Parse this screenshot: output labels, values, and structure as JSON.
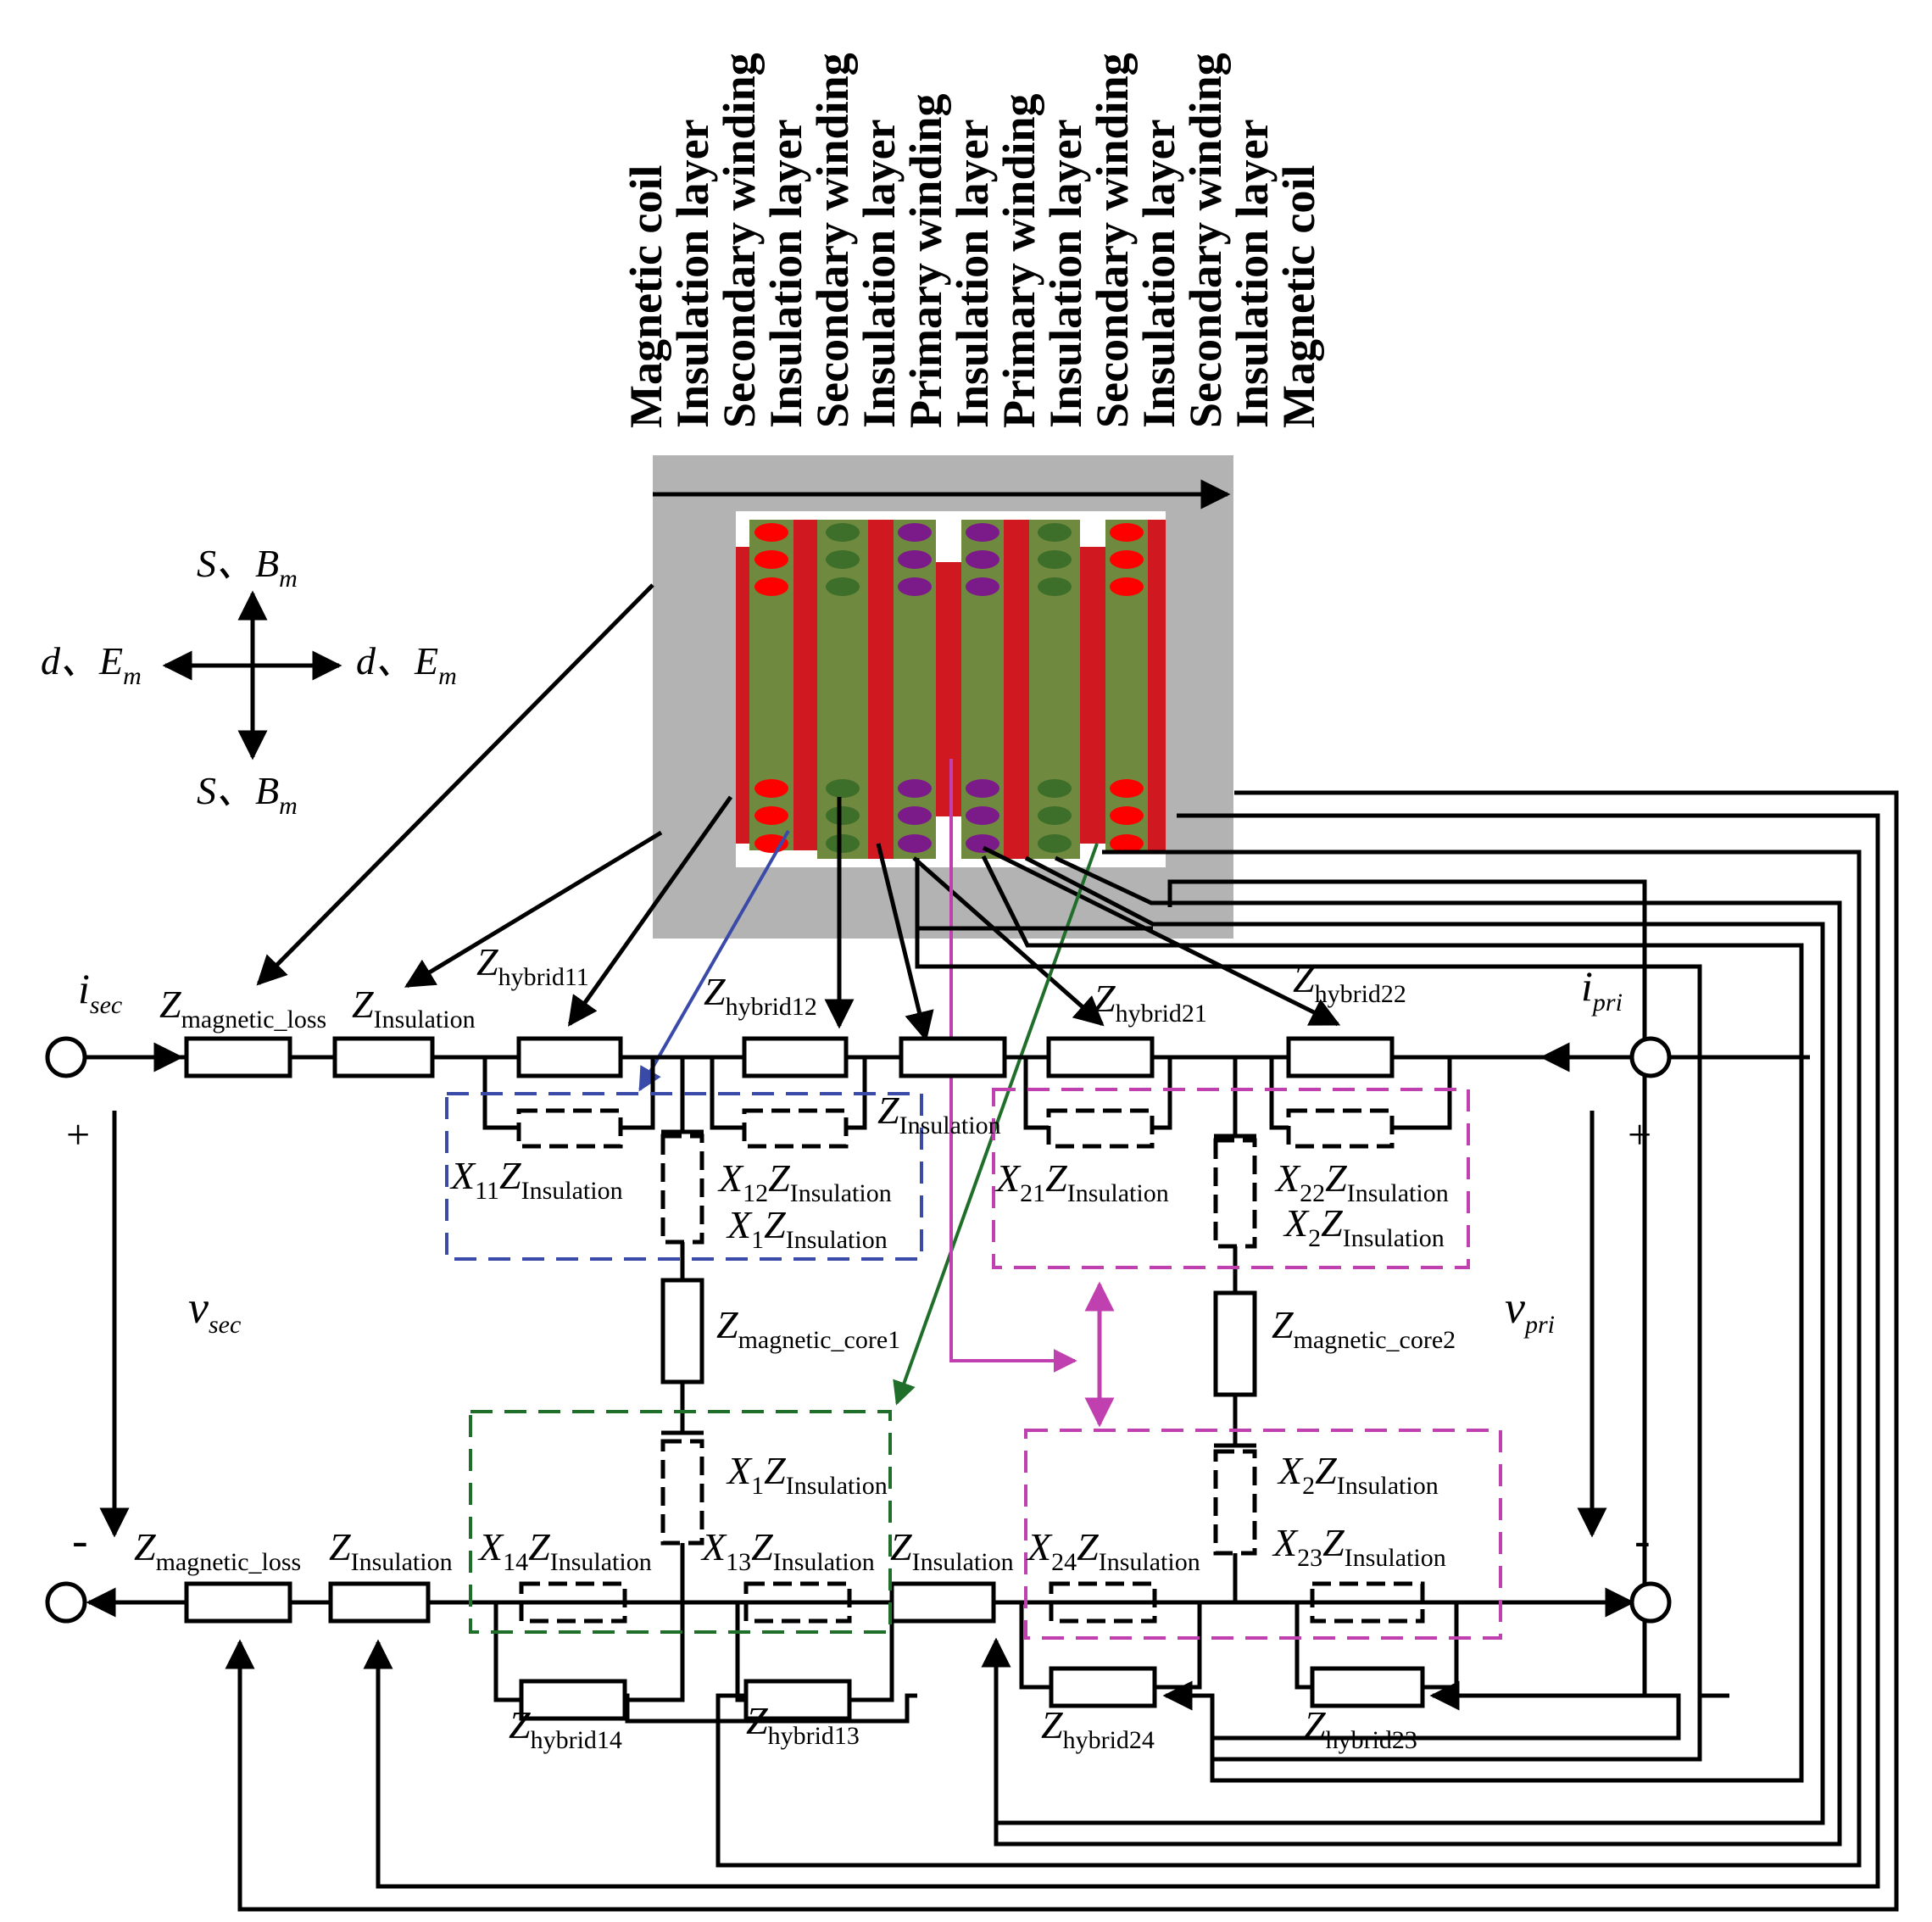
{
  "layer_headers": [
    "Magnetic coil",
    "Insulation layer",
    "Secondary winding",
    "Insulation layer",
    "Secondary winding",
    "Insulation layer",
    "Primary winding",
    "Insulation layer",
    "Primary winding",
    "Insulation layer",
    "Secondary winding",
    "Insulation layer",
    "Secondary winding",
    "Insulation layer",
    "Magnetic coil"
  ],
  "colors": {
    "core": "#b3b3b3",
    "insulation": "#d01820",
    "winding": "#6f8a3e",
    "secondary_dot": "#ff0000",
    "primary_dot": "#7b1b8a",
    "winding_dot": "#3d6e2a",
    "blue_box": "#3a4aa8",
    "magenta_box": "#c040b0",
    "green_box": "#1f6e2a"
  },
  "compass": {
    "up": {
      "main": "S、B",
      "sub": "m"
    },
    "down": {
      "main": "S、B",
      "sub": "m"
    },
    "left": {
      "main": "d、E",
      "sub": "m"
    },
    "right": {
      "main": "d、E",
      "sub": "m"
    }
  },
  "terminals": {
    "i_sec": {
      "main": "i",
      "sub": "sec"
    },
    "i_pri": {
      "main": "i",
      "sub": "pri"
    },
    "v_sec": {
      "main": "v",
      "sub": "sec"
    },
    "v_pri": {
      "main": "v",
      "sub": "pri"
    },
    "plus": "+",
    "minus": "-"
  },
  "impedances": {
    "z_mag_loss_top": {
      "main": "Z",
      "sub": "magnetic_loss"
    },
    "z_ins_top": {
      "main": "Z",
      "sub": "Insulation"
    },
    "z_h11": {
      "main": "Z",
      "sub": "hybrid11"
    },
    "z_h12": {
      "main": "Z",
      "sub": "hybrid12"
    },
    "z_h21": {
      "main": "Z",
      "sub": "hybrid21"
    },
    "z_h22": {
      "main": "Z",
      "sub": "hybrid22"
    },
    "z_ins_mid_top": {
      "main": "Z",
      "sub": "Insulation"
    },
    "x11": {
      "x": "X",
      "xs": "11",
      "main": "Z",
      "sub": "Insulation"
    },
    "x12": {
      "x": "X",
      "xs": "12",
      "main": "Z",
      "sub": "Insulation"
    },
    "x1_top": {
      "x": "X",
      "xs": "1",
      "main": "Z",
      "sub": "Insulation"
    },
    "x21": {
      "x": "X",
      "xs": "21",
      "main": "Z",
      "sub": "Insulation"
    },
    "x22": {
      "x": "X",
      "xs": "22",
      "main": "Z",
      "sub": "Insulation"
    },
    "x2_top": {
      "x": "X",
      "xs": "2",
      "main": "Z",
      "sub": "Insulation"
    },
    "z_core1": {
      "main": "Z",
      "sub": "magnetic_core1"
    },
    "z_core2": {
      "main": "Z",
      "sub": "magnetic_core2"
    },
    "x1_bot": {
      "x": "X",
      "xs": "1",
      "main": "Z",
      "sub": "Insulation"
    },
    "x2_bot": {
      "x": "X",
      "xs": "2",
      "main": "Z",
      "sub": "Insulation"
    },
    "z_mag_loss_bot": {
      "main": "Z",
      "sub": "magnetic_loss"
    },
    "z_ins_bot": {
      "main": "Z",
      "sub": "Insulation"
    },
    "x14": {
      "x": "X",
      "xs": "14",
      "main": "Z",
      "sub": "Insulation"
    },
    "x13": {
      "x": "X",
      "xs": "13",
      "main": "Z",
      "sub": "Insulation"
    },
    "z_ins_mid_bot": {
      "main": "Z",
      "sub": "Insulation"
    },
    "x24": {
      "x": "X",
      "xs": "24",
      "main": "Z",
      "sub": "Insulation"
    },
    "x23": {
      "x": "X",
      "xs": "23",
      "main": "Z",
      "sub": "Insulation"
    },
    "z_h14": {
      "main": "Z",
      "sub": "hybrid14"
    },
    "z_h13": {
      "main": "Z",
      "sub": "hybrid13"
    },
    "z_h24": {
      "main": "Z",
      "sub": "hybrid24"
    },
    "z_h23": {
      "main": "Z",
      "sub": "hybrid23"
    }
  }
}
